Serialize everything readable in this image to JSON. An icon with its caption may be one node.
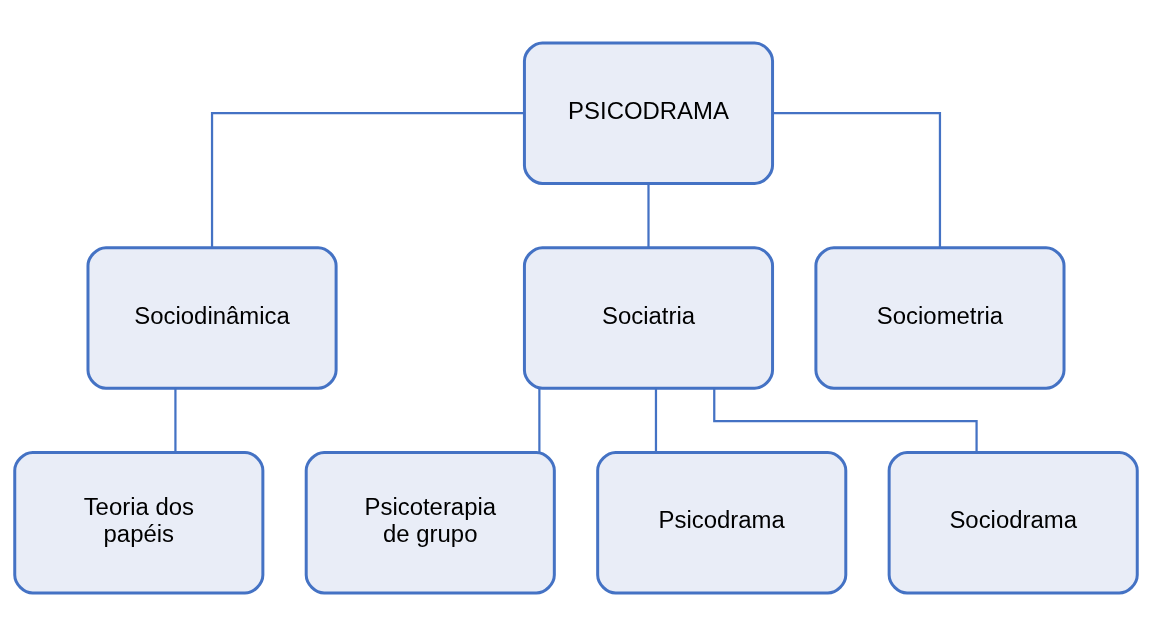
{
  "diagram": {
    "nodes": [
      {
        "text": [
          "PSICODRAMA"
        ]
      },
      {
        "text": [
          "Sociodinâmica"
        ]
      },
      {
        "text": [
          "Sociatria"
        ]
      },
      {
        "text": [
          "Sociometria"
        ]
      },
      {
        "text": [
          "Teoria dos papéis"
        ]
      },
      {
        "text": [
          "Psicoterapia de grupo"
        ]
      },
      {
        "text": [
          "Psicodrama"
        ]
      },
      {
        "text": [
          "Sociodrama"
        ]
      }
    ],
    "edges": [
      {
        "from": 0,
        "to": 1,
        "arrow": "none"
      },
      {
        "from": 0,
        "to": 2,
        "arrow": "none"
      },
      {
        "from": 0,
        "to": 3,
        "arrow": "none"
      },
      {
        "from": 1,
        "to": 4,
        "arrow": "none"
      },
      {
        "from": 2,
        "to": 5,
        "arrow": "none"
      },
      {
        "from": 2,
        "to": 6,
        "arrow": "none"
      },
      {
        "from": 2,
        "to": 7,
        "arrow": "none"
      }
    ]
  }
}
